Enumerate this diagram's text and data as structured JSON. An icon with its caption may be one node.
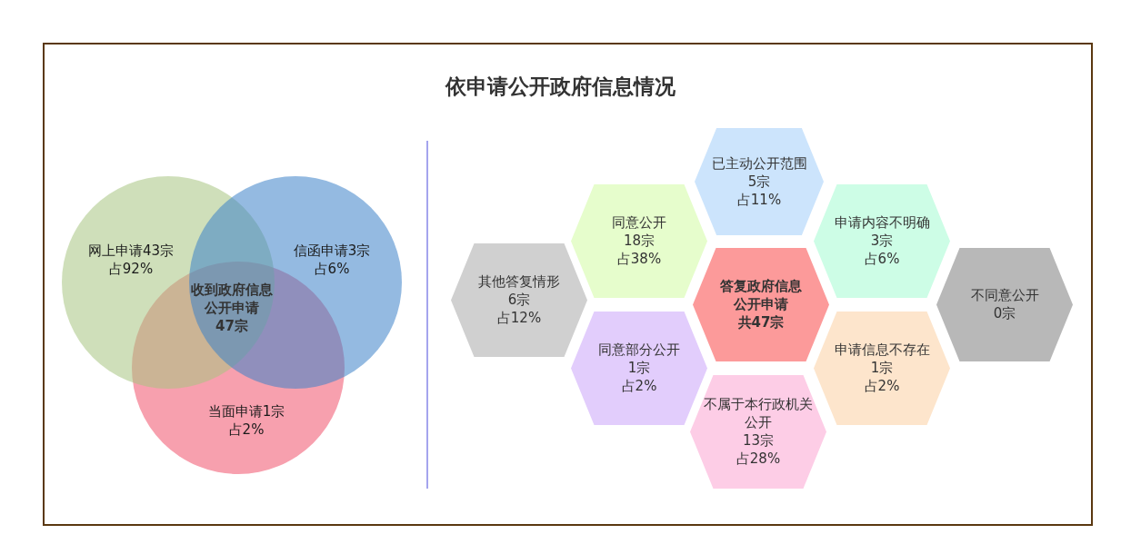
{
  "diagram": {
    "title": "依申请公开政府信息情况",
    "nodes": [
      {
        "text": [
          "网上申请43宗",
          "占92%"
        ]
      },
      {
        "text": [
          "信函申请3宗",
          "占6%"
        ]
      },
      {
        "text": [
          "当面申请1宗",
          "占2%"
        ]
      },
      {
        "text": [
          "已主动公开范围",
          "5宗",
          "占11%"
        ]
      },
      {
        "text": [
          "同意公开",
          "18宗",
          "占38%"
        ]
      },
      {
        "text": [
          "申请内容不明确",
          "3宗",
          "占6%"
        ]
      },
      {
        "text": [
          "其他答复情形",
          "6宗",
          "占12%"
        ]
      },
      {
        "text": [
          "答复政府信息公开申请",
          "共47宗"
        ]
      },
      {
        "text": [
          "不同意公开",
          "0宗"
        ]
      },
      {
        "text": [
          "同意部分公开",
          "1宗",
          "占2%"
        ]
      },
      {
        "text": [
          "申请信息不存在",
          "1宗",
          "占2%"
        ]
      },
      {
        "text": [
          "不属于本行政机关公开",
          "13宗",
          "占28%"
        ]
      }
    ],
    "labels": [
      "收到政府信息公开申请",
      "47宗"
    ]
  }
}
